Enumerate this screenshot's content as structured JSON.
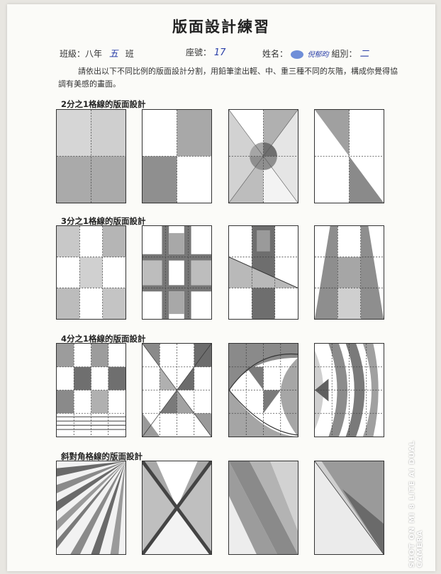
{
  "worksheet": {
    "title": "版面設計練習",
    "class_label": "班級：八年",
    "class_value": "五",
    "class_suffix": "班",
    "seat_label": "座號：",
    "seat_value": "17",
    "name_label": "姓名：",
    "name_value": "倪郁昀",
    "group_label": "組別：",
    "group_value": "二",
    "instruction": "請依出以下不同比例的版面設計分割，用鉛筆塗出輕、中、重三種不同的灰階，構成你覺得協調有美感的畫面。"
  },
  "sections": [
    {
      "title": "2分之1格線的版面設計"
    },
    {
      "title": "3分之1格線的版面設計"
    },
    {
      "title": "4分之1格線的版面設計"
    },
    {
      "title": "斜對角格線的版面設計"
    }
  ],
  "colors": {
    "light": "#dcdcdc",
    "mid": "#a9a9a9",
    "dark": "#6e6e6e",
    "ink": "#2a3fa8"
  },
  "watermark": "SHOT ON MI 8 LITE  AI DUAL CAMERA"
}
